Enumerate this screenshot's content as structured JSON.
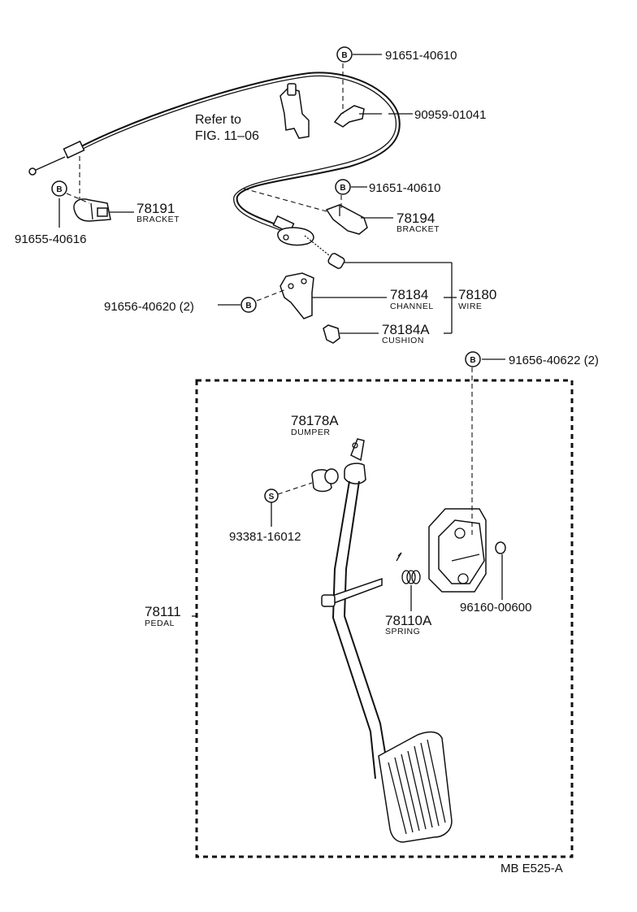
{
  "figure_code": "MB E525-A",
  "refer": {
    "line1": "Refer to",
    "line2": "FIG. 11–06"
  },
  "badges": {
    "b": "B",
    "s": "S"
  },
  "parts": {
    "p91651_top": "91651-40610",
    "p90959": "90959-01041",
    "p91651_mid": "91651-40610",
    "p78191": "78191",
    "p78191_sub": "BRACKET",
    "p91655": "91655-40616",
    "p78194": "78194",
    "p78194_sub": "BRACKET",
    "p91656_620": "91656-40620 (2)",
    "p78184": "78184",
    "p78184_sub": "CHANNEL",
    "p78180": "78180",
    "p78180_sub": "WIRE",
    "p78184A": "78184A",
    "p78184A_sub": "CUSHION",
    "p91656_622": "91656-40622 (2)",
    "p78178A": "78178A",
    "p78178A_sub": "DUMPER",
    "p93381": "93381-16012",
    "p78110A": "78110A",
    "p78110A_sub": "SPRING",
    "p96160": "96160-00600",
    "p78111": "78111",
    "p78111_sub": "PEDAL"
  }
}
